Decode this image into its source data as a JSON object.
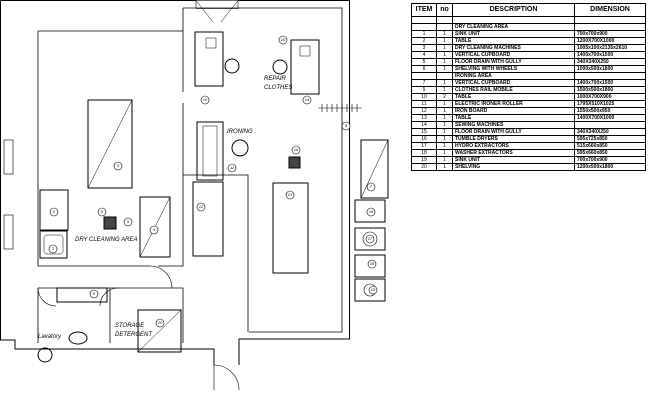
{
  "plan": {
    "labels": {
      "repair": [
        "REPAIR",
        "CLOTHES"
      ],
      "ironing": "IRONING",
      "dry_cleaning": "DRY CLEANING AREA",
      "storage": [
        "STORAGE",
        "DETERGENT"
      ],
      "lavatory": "Lavatory"
    },
    "markers": [
      "1",
      "2",
      "3",
      "4",
      "5",
      "6",
      "7",
      "8",
      "9",
      "10",
      "11",
      "12",
      "13",
      "14",
      "15",
      "16",
      "17",
      "18",
      "19",
      "20"
    ]
  },
  "table": {
    "headers": [
      "ITEM",
      "no",
      "DESCRIPTION",
      "DIMENSION"
    ],
    "rows": [
      [
        "",
        "",
        "",
        ""
      ],
      [
        "",
        "",
        "DRY CLEANING AREA",
        ""
      ],
      [
        "1",
        "1",
        "SINK UNIT",
        "700x700x900"
      ],
      [
        "2",
        "1",
        "TABLE",
        "1200X700X1000"
      ],
      [
        "3",
        "1",
        "DRY CLEANING MACHINES",
        "1005x100x2135x2610"
      ],
      [
        "4",
        "1",
        "VERTICAL CUPBOARD",
        "1400x700x1500"
      ],
      [
        "5",
        "1",
        "FLOOR DRAIN WITH GULLY",
        "340X340X250"
      ],
      [
        "6",
        "1",
        "SHELVING WITH WHEELS",
        "1000x500x1800"
      ],
      [
        "",
        "",
        "IRONING AREA",
        ""
      ],
      [
        "7",
        "1",
        "VERTICAL CUPBOARD",
        "1400x700x1500"
      ],
      [
        "9",
        "1",
        "CLOTHES RAIL MOBILE",
        "1500x500x1800"
      ],
      [
        "10",
        "2",
        "TABLE",
        "1000X700X900"
      ],
      [
        "11",
        "1",
        "ELECTRIC IRONER ROLLER",
        "1795X510X1025"
      ],
      [
        "12",
        "1",
        "IRON BOARD",
        "1550x500x950"
      ],
      [
        "13",
        "1",
        "TABLE",
        "1400X700X1000"
      ],
      [
        "14",
        "1",
        "SEWING MACHINES",
        ""
      ],
      [
        "15",
        "1",
        "FLOOR DRAIN WITH GULLY",
        "340X340X250"
      ],
      [
        "16",
        "1",
        "TUMBLE DRYERS",
        "595x725x850"
      ],
      [
        "17",
        "1",
        "HYDRO EXTRACTORS",
        "515x660x850"
      ],
      [
        "18",
        "1",
        "WASHER EXTRACTORS",
        "595x660x850"
      ],
      [
        "19",
        "1",
        "SINK UNIT",
        "700x700x900"
      ],
      [
        "20",
        "1",
        "SHELVING",
        "1200x500x1800"
      ]
    ]
  }
}
